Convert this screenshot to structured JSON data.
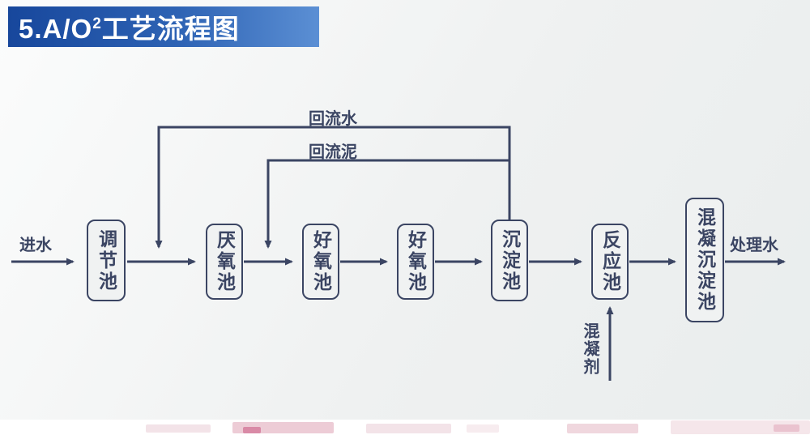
{
  "title": {
    "prefix": "5.A/O",
    "superscript": "2",
    "suffix": "工艺流程图"
  },
  "diagram": {
    "inlet_label": "进水",
    "outlet_label": "处理水",
    "return_water_label": "回流水",
    "return_sludge_label": "回流泥",
    "coagulant_label": "混凝剂",
    "nodes": [
      {
        "label": "调节池"
      },
      {
        "label": "厌氧池"
      },
      {
        "label": "好氧池"
      },
      {
        "label": "好氧池"
      },
      {
        "label": "沉淀池"
      },
      {
        "label": "反应池"
      },
      {
        "label": "混凝沉淀池"
      }
    ]
  },
  "colors": {
    "line": "#3b4563",
    "banner_gradient_start": "#17479c",
    "banner_gradient_end": "#5b8fd4",
    "background": "#eff1f1"
  }
}
